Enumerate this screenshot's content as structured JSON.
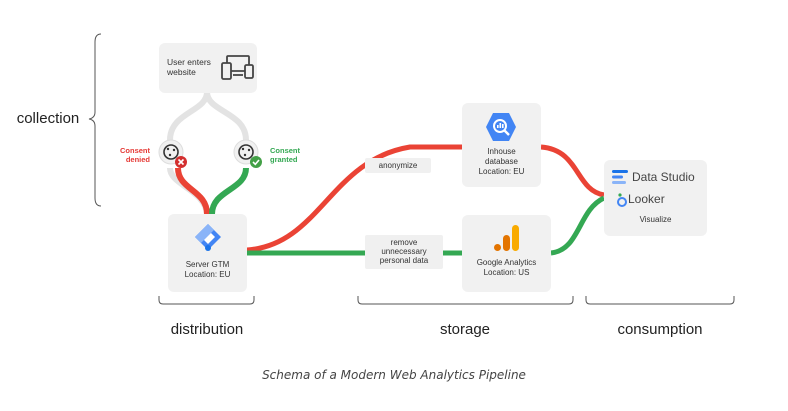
{
  "nodes": {
    "user": {
      "text1": "User enters",
      "text2": "website"
    },
    "server_gtm": {
      "line1": "Server GTM",
      "line2": "Location: EU"
    },
    "inhouse_db": {
      "line1": "Inhouse",
      "line2": "database",
      "line3": "Location: EU"
    },
    "google_analytics": {
      "line1": "Google Analytics",
      "line2": "Location: US"
    },
    "visualize": {
      "data_studio": "Data Studio",
      "looker": "Looker",
      "label": "Visualize"
    }
  },
  "consent": {
    "denied": {
      "line1": "Consent",
      "line2": "denied",
      "color": "#e53935"
    },
    "granted": {
      "line1": "Consent",
      "line2": "granted",
      "color": "#34a853"
    }
  },
  "transforms": {
    "anonymize": "anonymize",
    "remove_pd": {
      "line1": "remove",
      "line2": "unnecessary",
      "line3": "personal data"
    }
  },
  "stages": {
    "collection": "collection",
    "distribution": "distribution",
    "storage": "storage",
    "consumption": "consumption"
  },
  "caption": "Schema of a Modern Web Analytics Pipeline",
  "colors": {
    "denied_path": "#ea4335",
    "granted_path": "#34a853",
    "neutral_path": "#e3e3e3"
  }
}
